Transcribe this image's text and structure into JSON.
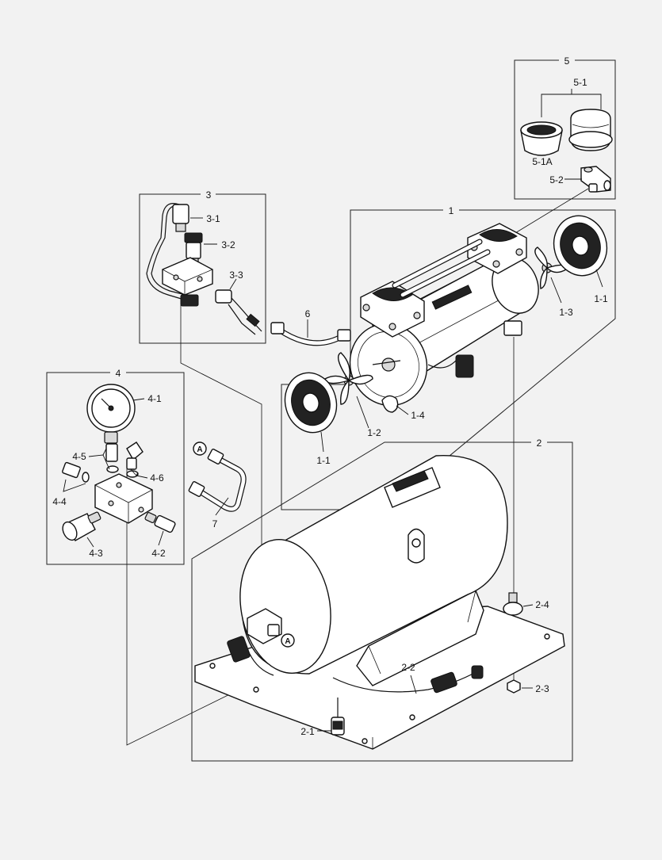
{
  "groups": [
    {
      "id": "5",
      "label": "5"
    },
    {
      "id": "3",
      "label": "3"
    },
    {
      "id": "1",
      "label": "1"
    },
    {
      "id": "4",
      "label": "4"
    },
    {
      "id": "2",
      "label": "2"
    }
  ],
  "callouts": {
    "c5_1": "5-1",
    "c5_1a": "5-1A",
    "c5_2": "5-2",
    "c3_1": "3-1",
    "c3_2": "3-2",
    "c3_3": "3-3",
    "c6": "6",
    "c1_1_right": "1-1",
    "c1_3": "1-3",
    "c1_4": "1-4",
    "c1_2": "1-2",
    "c1_1_left": "1-1",
    "c4_1": "4-1",
    "c4_5": "4-5",
    "c4_6": "4-6",
    "c4_4": "4-4",
    "c4_3": "4-3",
    "c4_2": "4-2",
    "c7": "7",
    "cA_tube": "A",
    "cA_tank": "A",
    "c2_4": "2-4",
    "c2_2": "2-2",
    "c2_3": "2-3",
    "c2_1": "2-1"
  }
}
